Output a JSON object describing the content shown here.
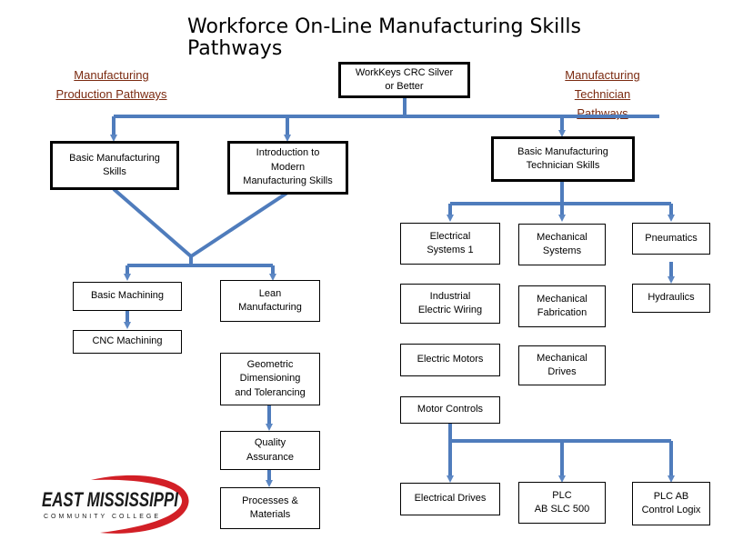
{
  "title": "Workforce On-Line Manufacturing Skills Pathways",
  "categories": {
    "production": "Manufacturing\nProduction Pathways",
    "technician": "Manufacturing\nTechnician\nPathways"
  },
  "boxes": {
    "workkeys": "WorkKeys CRC Silver\nor Better",
    "basic_mfg": "Basic Manufacturing\nSkills",
    "intro_modern": "Introduction to\nModern\nManufacturing Skills",
    "basic_tech": "Basic Manufacturing\nTechnician Skills",
    "basic_machining": "Basic Machining",
    "cnc": "CNC Machining",
    "lean": "Lean\nManufacturing",
    "gdt": "Geometric\nDimensioning\nand Tolerancing",
    "quality": "Quality\nAssurance",
    "processes": "Processes &\nMaterials",
    "elec_sys": "Electrical\nSystems 1",
    "ind_wiring": "Industrial\nElectric Wiring",
    "elec_motors": "Electric Motors",
    "motor_controls": "Motor Controls",
    "elec_drives": "Electrical Drives",
    "mech_sys": "Mechanical\nSystems",
    "mech_fab": "Mechanical\nFabrication",
    "mech_drives": "Mechanical\nDrives",
    "pneumatics": "Pneumatics",
    "hydraulics": "Hydraulics",
    "plc_slc": "PLC\nAB SLC 500",
    "plc_logix": "PLC AB\nControl Logix"
  },
  "logo": {
    "name": "EAST MISSISSIPPI",
    "sub": "COMMUNITY COLLEGE"
  },
  "colors": {
    "arrow": "#5b86c3",
    "category_text": "#7b2a10",
    "logo_red": "#d21f26"
  }
}
